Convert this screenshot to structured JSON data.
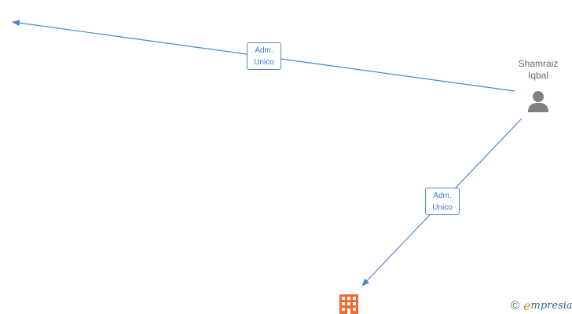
{
  "graph": {
    "colors": {
      "edge": "#4a86d4",
      "label_text": "#3a78c8",
      "person_icon": "#808080",
      "company_icon": "#f26a2f",
      "name_text": "#666666"
    },
    "person": {
      "name_line1": "Shamraiz",
      "name_line2": "Iqbal",
      "icon": "person-icon"
    },
    "edges": [
      {
        "label_line1": "Adm.",
        "label_line2": "Unico",
        "target": "offscreen-left"
      },
      {
        "label_line1": "Adm.",
        "label_line2": "Unico",
        "target": "company"
      }
    ],
    "company": {
      "icon": "building-icon"
    }
  },
  "brand": {
    "copyright_symbol": "©",
    "logo_first_letter": "e",
    "logo_rest": "mpresia"
  }
}
